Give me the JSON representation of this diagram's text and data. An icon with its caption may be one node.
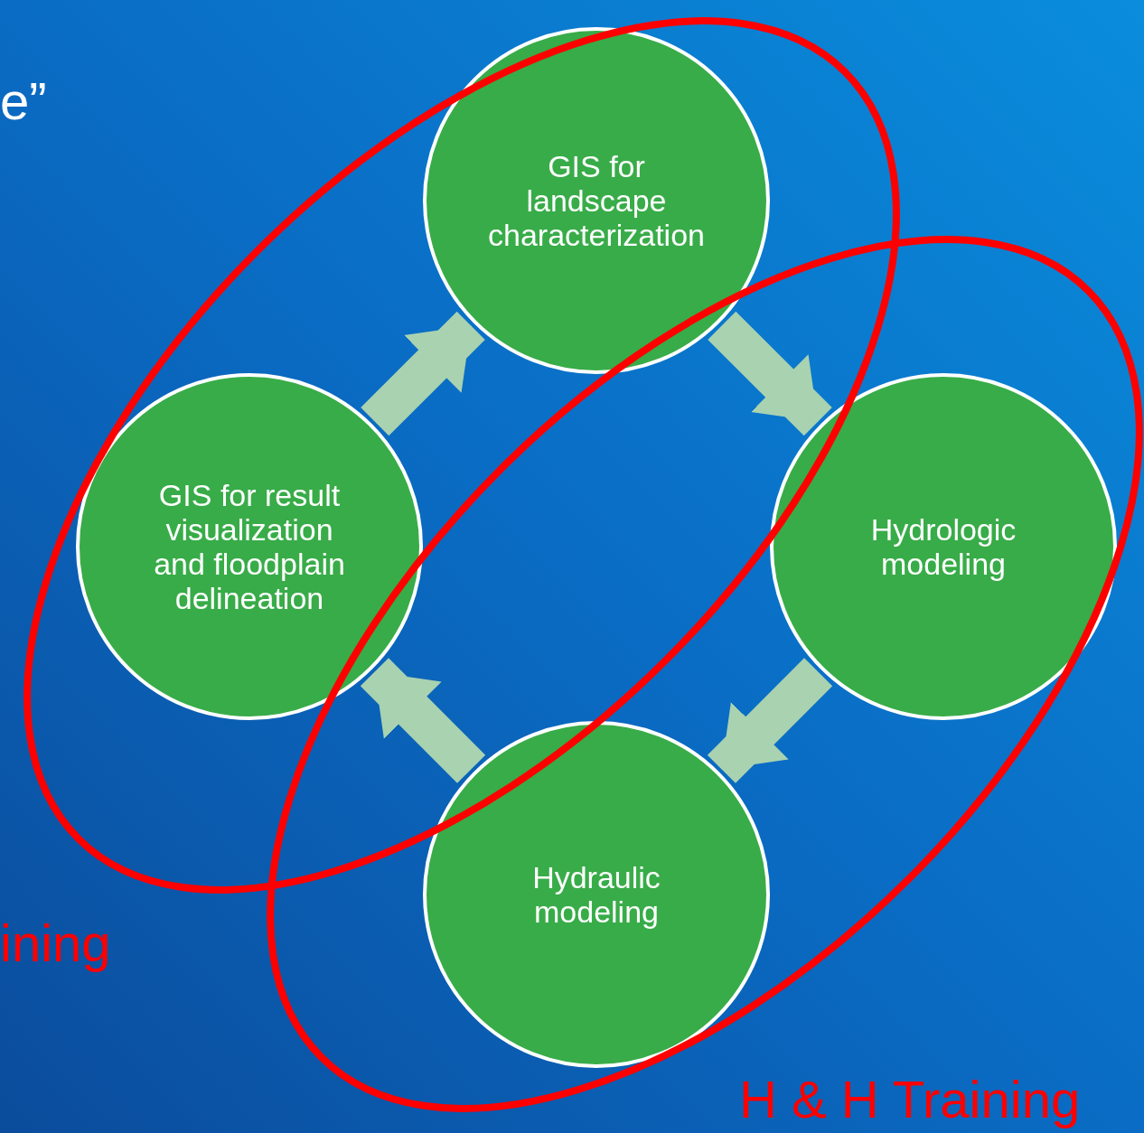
{
  "diagram": {
    "nodes": [
      {
        "text": [
          "GIS for landscape characterization"
        ]
      },
      {
        "text": [
          "Hydrologic modeling"
        ]
      },
      {
        "text": [
          "Hydraulic modeling"
        ]
      },
      {
        "text": [
          "GIS for result visualization and floodplain delineation"
        ]
      }
    ],
    "edges": [
      {
        "from": 0,
        "to": 1,
        "arrow": "to"
      },
      {
        "from": 1,
        "to": 2,
        "arrow": "to"
      },
      {
        "from": 2,
        "to": 3,
        "arrow": "to"
      },
      {
        "from": 3,
        "to": 0,
        "arrow": "to"
      }
    ],
    "labels": [
      "e”",
      "ining",
      "H & H Training"
    ]
  }
}
